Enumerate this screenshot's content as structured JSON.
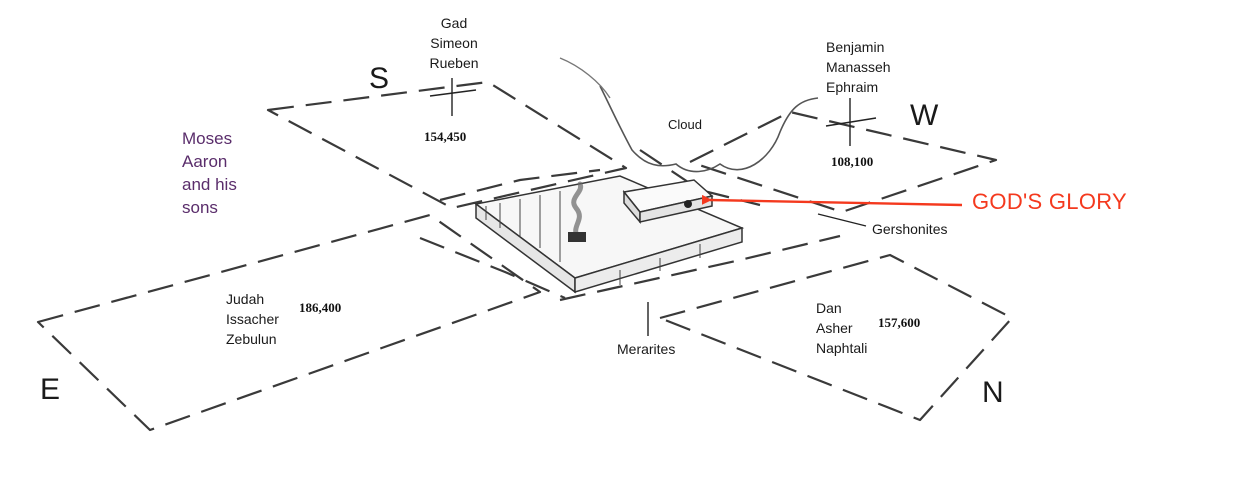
{
  "compass": {
    "south": "S",
    "west": "W",
    "east": "E",
    "north": "N"
  },
  "south_camp": {
    "tribes": [
      "Gad",
      "Simeon",
      "Rueben"
    ],
    "count": "154,450"
  },
  "west_camp": {
    "tribes": [
      "Benjamin",
      "Manasseh",
      "Ephraim"
    ],
    "count": "108,100"
  },
  "east_camp": {
    "tribes": [
      "Judah",
      "Issacher",
      "Zebulun"
    ],
    "count": "186,400"
  },
  "north_camp": {
    "tribes": [
      "Dan",
      "Asher",
      "Naphtali"
    ],
    "count": "157,600"
  },
  "priests": [
    "Moses",
    "Aaron",
    "and his",
    "sons"
  ],
  "levites": {
    "west": "Gershonites",
    "north": "Merarites"
  },
  "cloud": "Cloud",
  "glory": {
    "label": "GOD'S GLORY",
    "color": "#f4391e"
  }
}
